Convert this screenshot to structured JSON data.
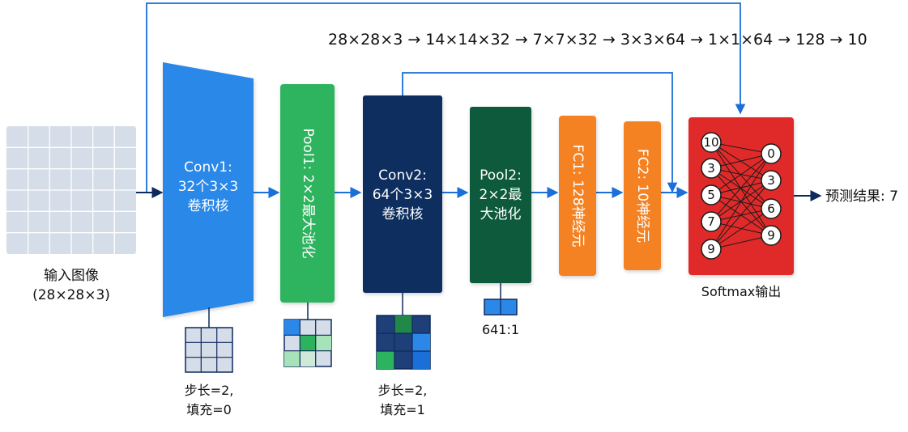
{
  "flow_text": "28×28×3 → 14×14×32 → 7×7×32 → 3×3×64 → 1×1×64 → 128 → 10",
  "input": {
    "label_line1": "输入图像",
    "label_line2": "(28×28×3)"
  },
  "conv1": {
    "line1": "Conv1:",
    "line2": "32个3×3",
    "line3": "卷积核",
    "color": "#2B88E8",
    "note_line1": "步长=2,",
    "note_line2": "填充=0"
  },
  "pool1": {
    "text": "Pool1: 2×2最大池化",
    "color": "#2DB35E"
  },
  "conv2": {
    "line1": "Conv2:",
    "line2": "64个3×3",
    "line3": "卷积核",
    "color": "#0E2D5E",
    "note_line1": "步长=2,",
    "note_line2": "填充=1"
  },
  "pool2": {
    "line1": "Pool2:",
    "line2": "2×2最",
    "line3": "大池化",
    "color": "#0F5A3D",
    "note": "641:1"
  },
  "fc1": {
    "text": "FC1: 128神经元",
    "color": "#F58220"
  },
  "fc2": {
    "text": "FC2: 10神经元",
    "color": "#F58220"
  },
  "softmax": {
    "label": "Softmax输出",
    "color": "#E02B2B",
    "left_nodes": [
      "10",
      "3",
      "5",
      "7",
      "9"
    ],
    "right_nodes": [
      "0",
      "3",
      "6",
      "9"
    ]
  },
  "result": "预测结果: 7"
}
